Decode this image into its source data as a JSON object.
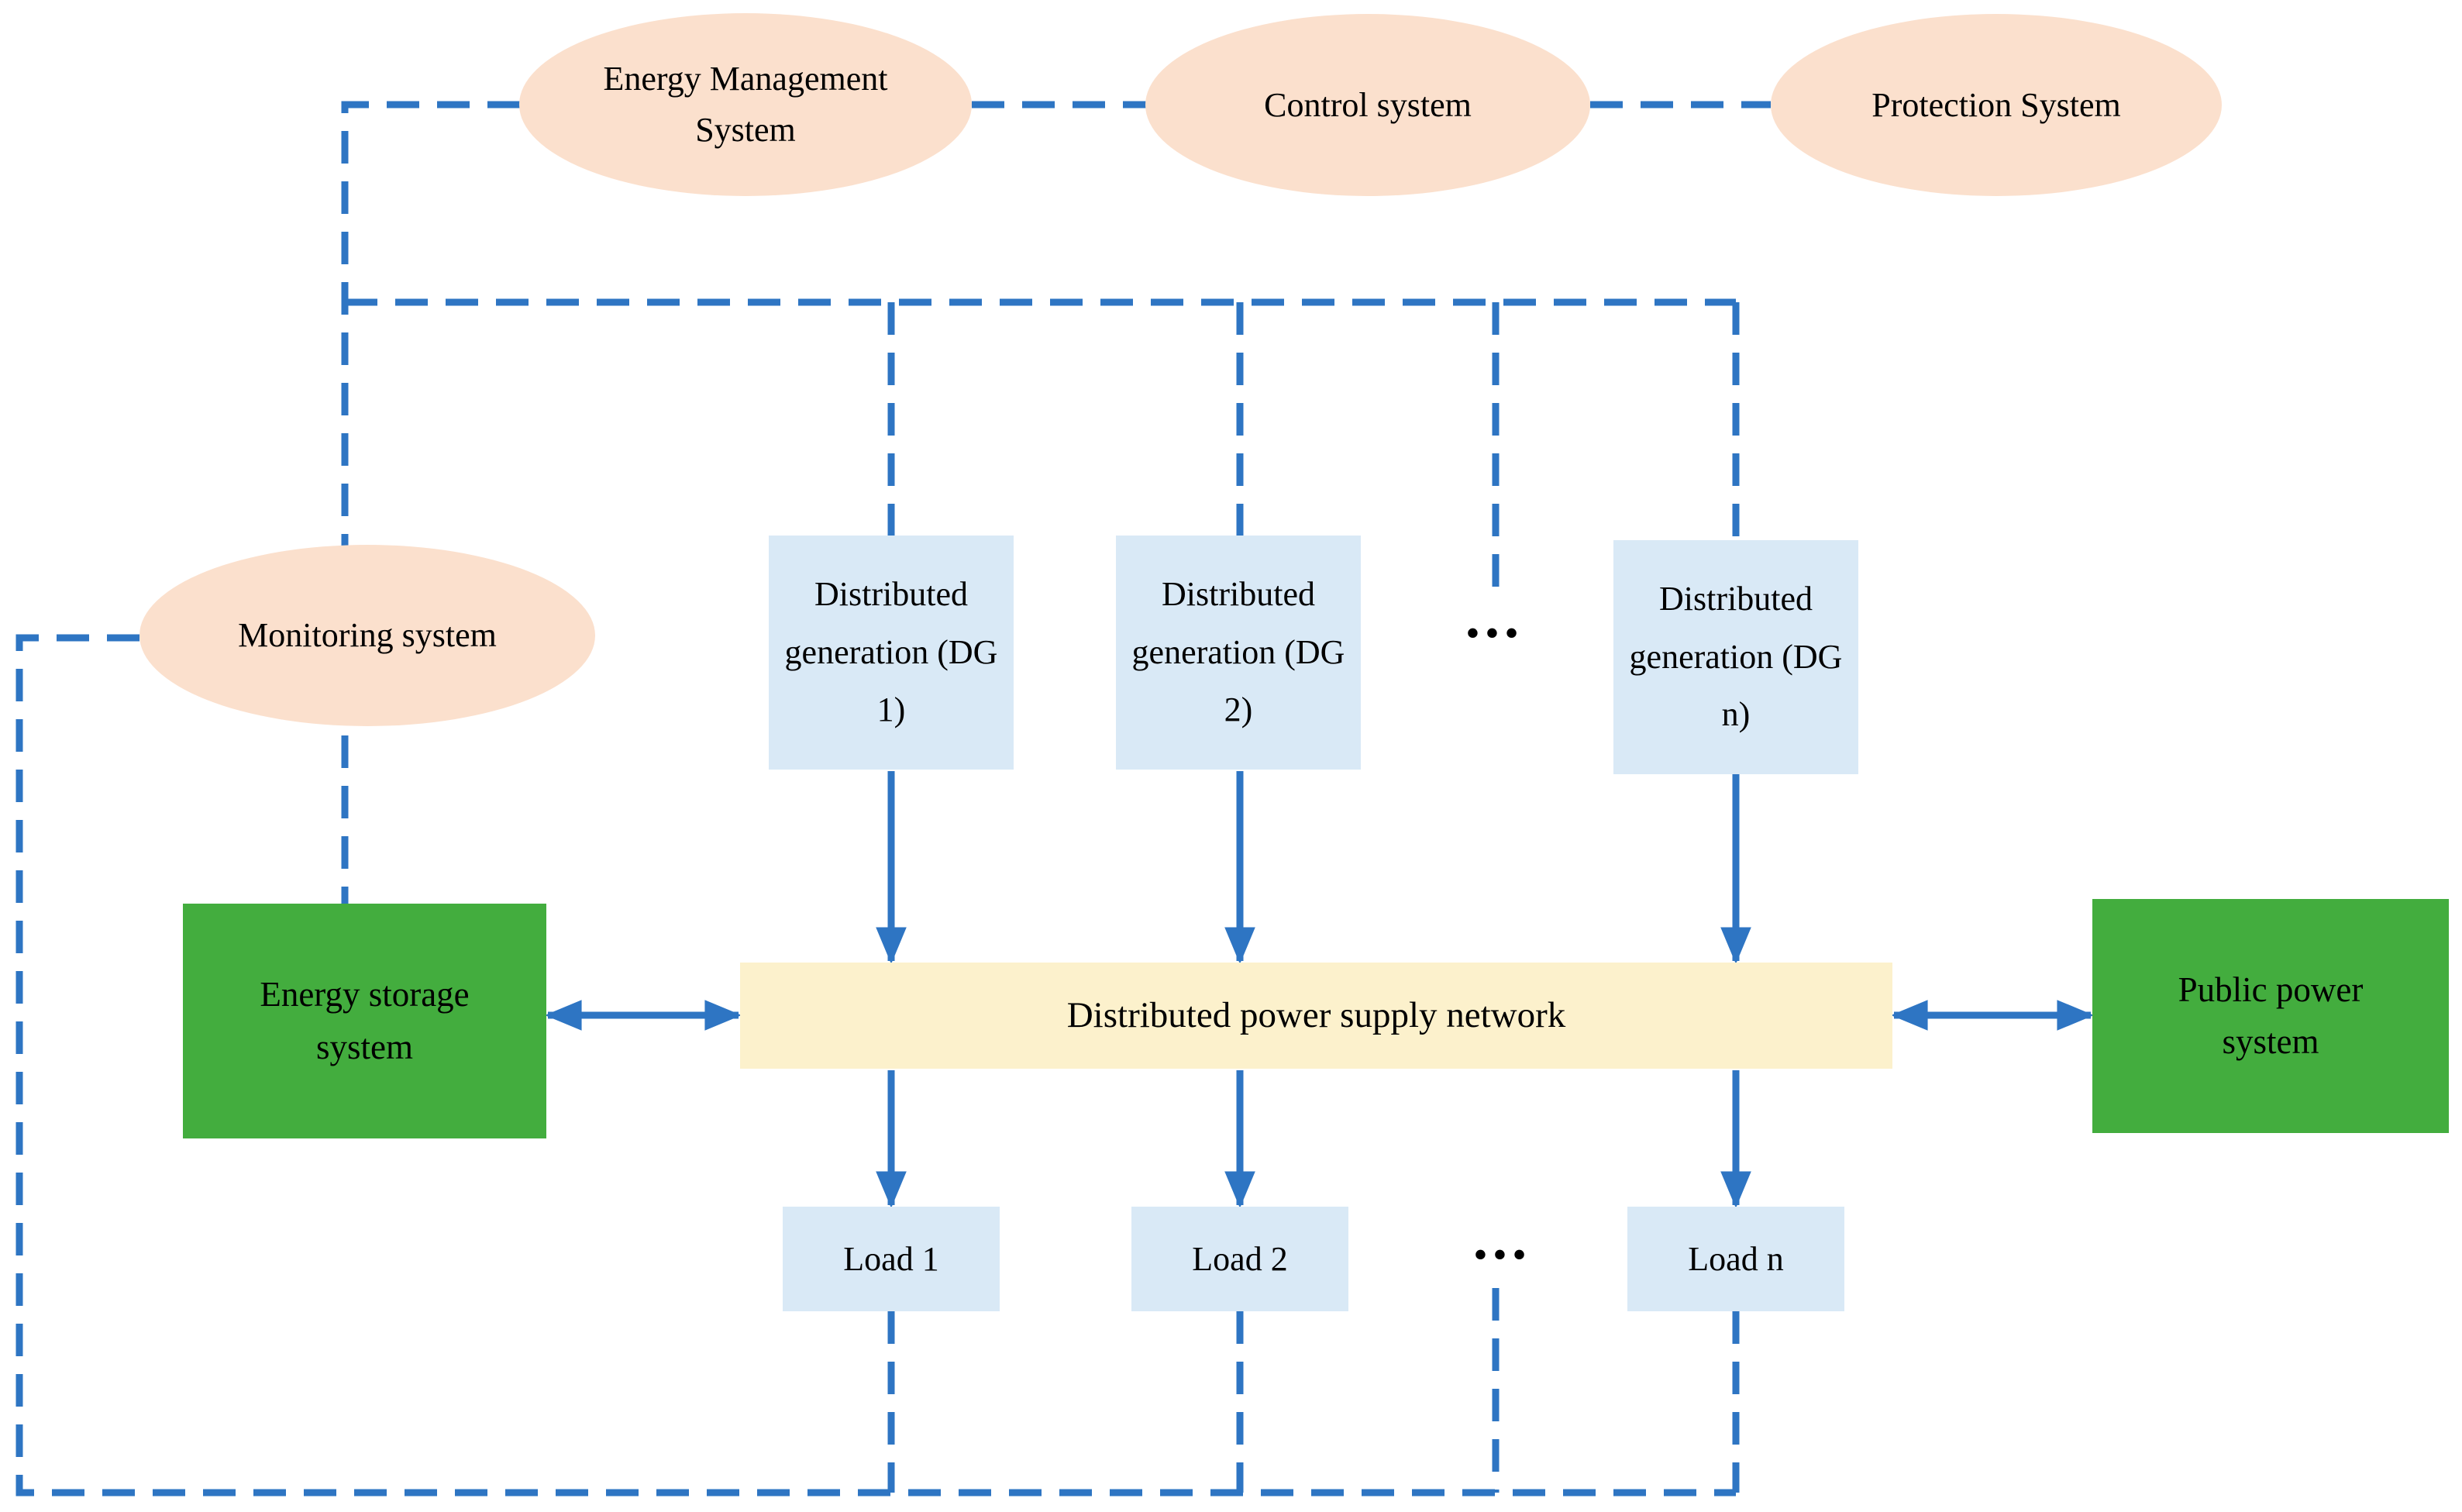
{
  "nodes": {
    "energy_management": {
      "label": "Energy Management System"
    },
    "control": {
      "label": "Control system"
    },
    "protection": {
      "label": "Protection System"
    },
    "monitoring": {
      "label": "Monitoring system"
    },
    "dg1": {
      "label": "Distributed generation (DG 1)"
    },
    "dg2": {
      "label": "Distributed generation (DG 2)"
    },
    "dgn": {
      "label": "Distributed generation (DG n)"
    },
    "network": {
      "label": "Distributed power supply network"
    },
    "energy_storage": {
      "label": "Energy storage system"
    },
    "public_power": {
      "label": "Public power system"
    },
    "load1": {
      "label": "Load 1"
    },
    "load2": {
      "label": "Load 2"
    },
    "loadn": {
      "label": "Load n"
    }
  },
  "icons": {
    "ellipsis": "•••"
  },
  "colors": {
    "ellipse_fill": "#fbe0cd",
    "box_fill": "#d9e9f6",
    "bar_fill": "#fcf1cc",
    "green_fill": "#43ad3e",
    "line_blue": "#2e75c3",
    "text": "#000000"
  }
}
